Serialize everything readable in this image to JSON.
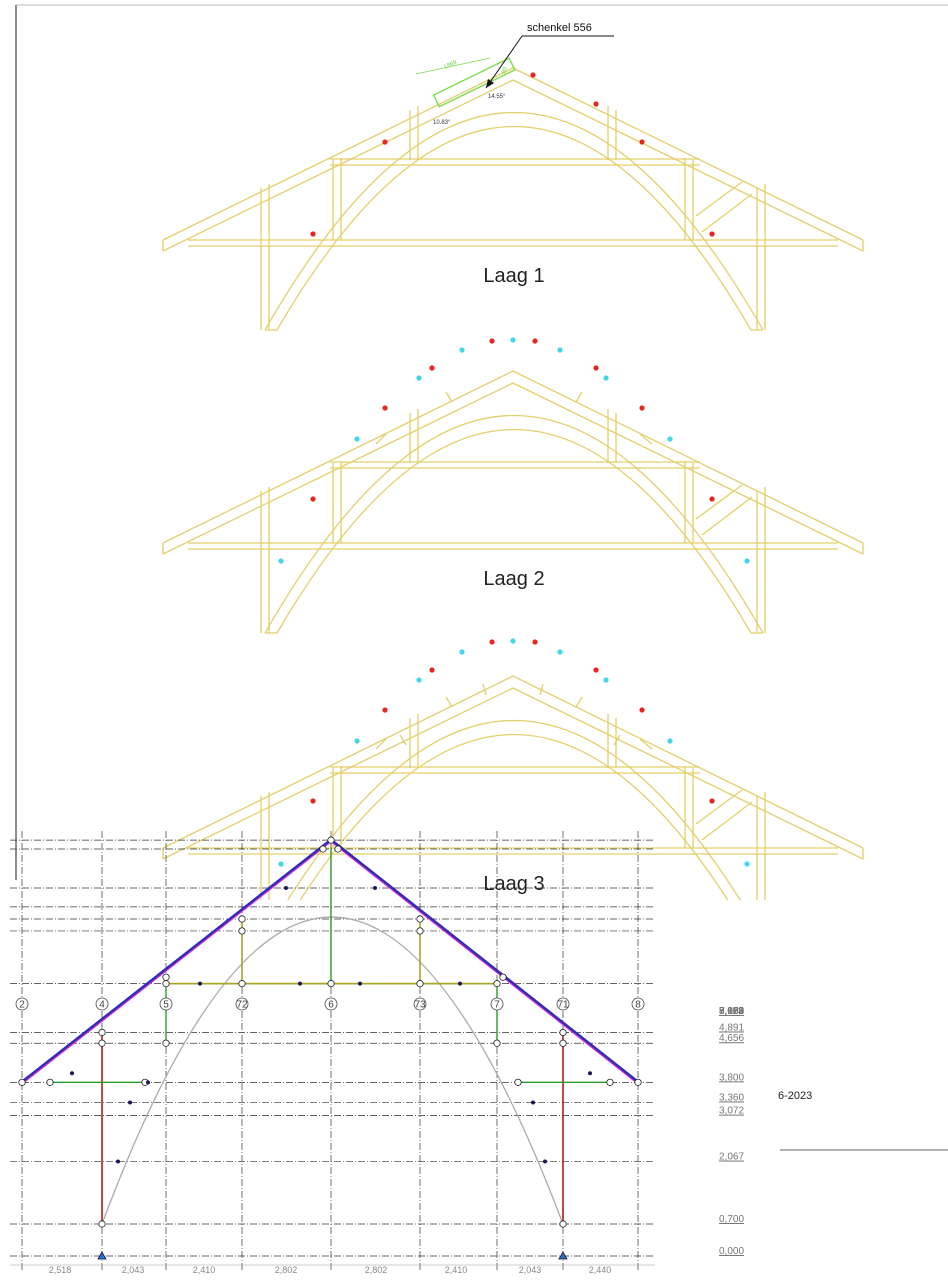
{
  "top": {
    "callout_label": "schenkel 556",
    "callout_dims": {
      "length": "1869",
      "small": "80",
      "angle_right": "14.55°",
      "angle_left": "10.83°"
    },
    "layers": [
      {
        "label": "Laag 1"
      },
      {
        "label": "Laag 2"
      },
      {
        "label": "Laag 3"
      }
    ]
  },
  "bottom": {
    "axes": [
      "2",
      "4",
      "5",
      "72",
      "6",
      "73",
      "7",
      "71",
      "8"
    ],
    "levels": [
      "9,100",
      "8,906",
      "8,052",
      "7,639",
      "7,374",
      "7,113",
      "5,960",
      "4,891",
      "4,656",
      "3,800",
      "3,360",
      "3,072",
      "2,067",
      "0,700",
      "0,000"
    ],
    "spans": [
      "2,518",
      "2,043",
      "2,410",
      "2,802",
      "2,802",
      "2,410",
      "2,043",
      "2,440"
    ],
    "date": "6-2023"
  },
  "colors": {
    "timber": "#e3cf6a",
    "red_dot": "#e8261e",
    "cyan_dot": "#3fd8e8",
    "callout_green": "#7ddc4c",
    "rafter_blue": "#2d2db8",
    "rafter_pink": "#e02ad6",
    "post_red": "#b01e1e",
    "tie_green": "#2a9a2a",
    "beam_olive": "#a9a528"
  }
}
